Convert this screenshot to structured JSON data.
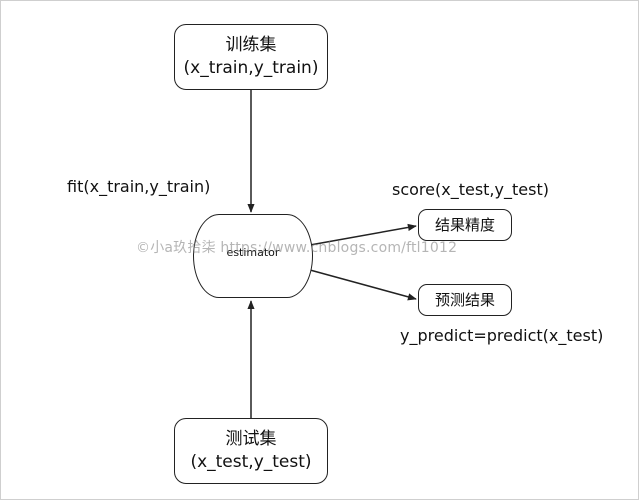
{
  "train_box": {
    "line1": "训练集",
    "line2": "(x_train,y_train)"
  },
  "test_box": {
    "line1": "测试集",
    "line2": "(x_test,y_test)"
  },
  "estimator": {
    "label": "estimator"
  },
  "score_box": {
    "label": "结果精度"
  },
  "predict_box": {
    "label": "预测结果"
  },
  "labels": {
    "fit": "fit(x_train,y_train)",
    "score": "score(x_test,y_test)",
    "predict": "y_predict=predict(x_test)"
  },
  "watermark": "©小a玖拾柒   https://www.cnblogs.com/ftl1012",
  "colors": {
    "stroke": "#222222",
    "text": "#111111",
    "watermark": "#9a9a9a"
  }
}
